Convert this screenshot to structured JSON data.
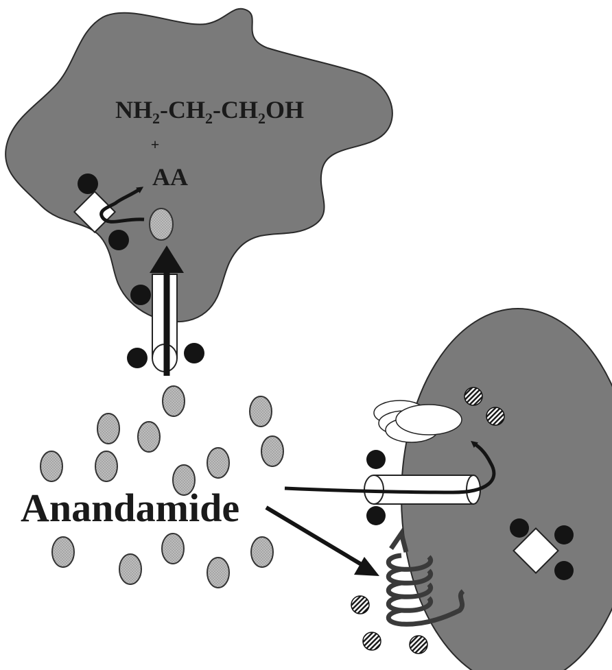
{
  "labels": {
    "product_prefix": "NH",
    "product_sub1": "2",
    "product_mid1": "-CH",
    "product_sub2": "2",
    "product_mid2": "-CH",
    "product_sub3": "2",
    "product_suffix": "OH",
    "plus": "+",
    "arachidonic_acid": "AA",
    "ligand": "Anandamide"
  },
  "colors": {
    "cell_fill": "#7a7a7a",
    "molecule_fill": "#b8b8b8",
    "dark": "#141414",
    "white": "#ffffff"
  },
  "icons": {
    "molecule": "dotted-ellipse",
    "hatched_ligand": "striped-circle",
    "enzyme": "white-diamond",
    "receptor": "seven-helix-coil",
    "transporter": "white-cylinder"
  }
}
